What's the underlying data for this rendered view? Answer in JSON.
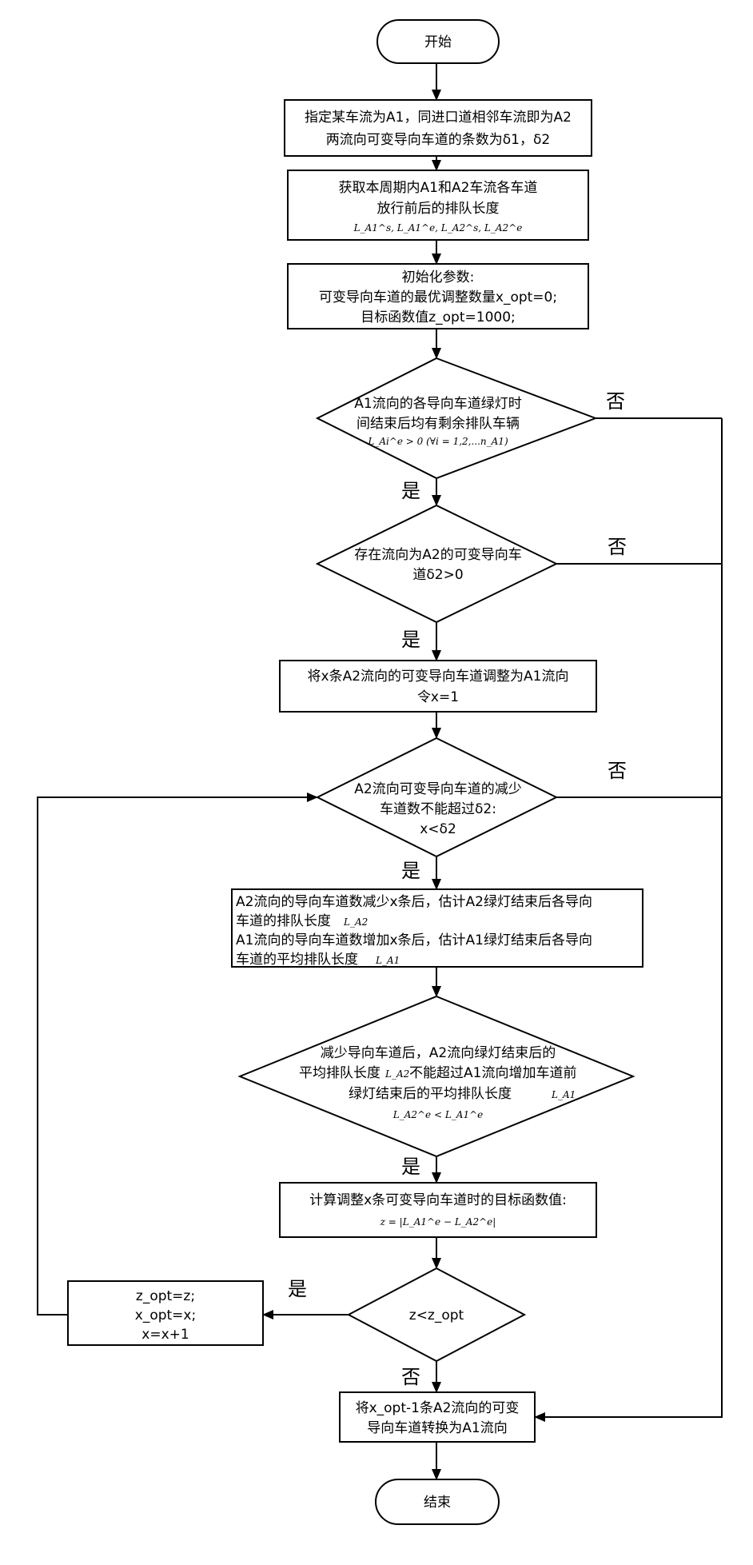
{
  "flowchart": {
    "start": "开始",
    "end": "结束",
    "step1": [
      "指定某车流为A1，同进口道相邻车流即为A2",
      "两流向可变导向车道的条数为δ1，δ2"
    ],
    "step2": [
      "获取本周期内A1和A2车流各车道",
      "放行前后的排队长度"
    ],
    "step2_formula": "L_A1^s, L_A1^e, L_A2^s, L_A2^e",
    "step3": [
      "初始化参数:",
      "可变导向车道的最优调整数量x_opt=0;",
      "目标函数值z_opt=1000;"
    ],
    "dec1": [
      "A1流向的各导向车道绿灯时",
      "间结束后均有剩余排队车辆"
    ],
    "dec1_formula": "L_Ai^e > 0 (∀i = 1,2,...n_A1)",
    "dec2": [
      "存在流向为A2的可变导向车",
      "道δ2>0"
    ],
    "step4": [
      "将x条A2流向的可变导向车道调整为A1流向",
      "令x=1"
    ],
    "dec3": [
      "A2流向可变导向车道的减少",
      "车道数不能超过δ2:",
      "x<δ2"
    ],
    "step5": [
      "A2流向的导向车道数减少x条后，估计A2绿灯结束后各导向",
      "车道的排队长度",
      "A1流向的导向车道数增加x条后，估计A1绿灯结束后各导向",
      "车道的平均排队长度"
    ],
    "step5_sym": [
      "L_A2",
      "L_A1"
    ],
    "dec4": [
      "减少导向车道后，A2流向绿灯结束后的",
      "平均排队长度",
      "不能超过A1流向增加车道前",
      "绿灯结束后的平均排队长度"
    ],
    "dec4_sym": [
      "L_A2",
      "L_A1"
    ],
    "dec4_formula": "L_A2^e < L_A1^e",
    "step6": [
      "计算调整x条可变导向车道时的目标函数值:"
    ],
    "step6_formula": "z = |L_A1^e − L_A2^e|",
    "dec5": [
      "z<z_opt"
    ],
    "step7": [
      "z_opt=z;",
      "x_opt=x;",
      "x=x+1"
    ],
    "step8": [
      "将x_opt-1条A2流向的可变",
      "导向车道转换为A1流向"
    ],
    "labels": {
      "yes": "是",
      "no": "否"
    }
  }
}
